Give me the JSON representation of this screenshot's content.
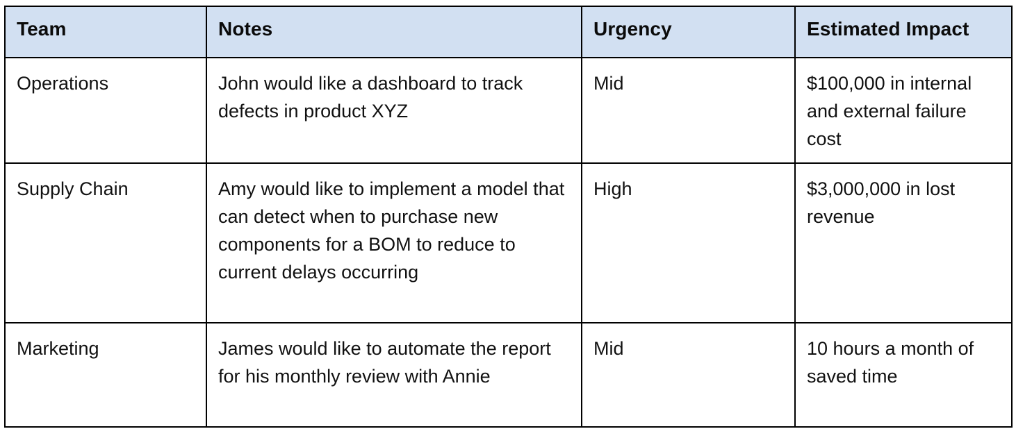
{
  "table": {
    "columns": [
      {
        "key": "team",
        "label": "Team"
      },
      {
        "key": "notes",
        "label": "Notes"
      },
      {
        "key": "urgency",
        "label": "Urgency"
      },
      {
        "key": "impact",
        "label": "Estimated Impact"
      }
    ],
    "header_background": "#d2e0f2",
    "border_color": "#000000",
    "rows": [
      {
        "team": "Operations",
        "notes": "John would like a dashboard to track defects in product XYZ",
        "urgency": "Mid",
        "impact": "$100,000 in internal and external failure cost"
      },
      {
        "team": "Supply Chain",
        "notes": "Amy would like to implement a model that can detect when to purchase new components for a BOM to reduce to current delays occurring",
        "urgency": "High",
        "impact": "$3,000,000 in lost revenue"
      },
      {
        "team": "Marketing",
        "notes": "James would like to automate the report for his monthly review with Annie",
        "urgency": "Mid",
        "impact": "10 hours a month of saved time"
      }
    ]
  }
}
